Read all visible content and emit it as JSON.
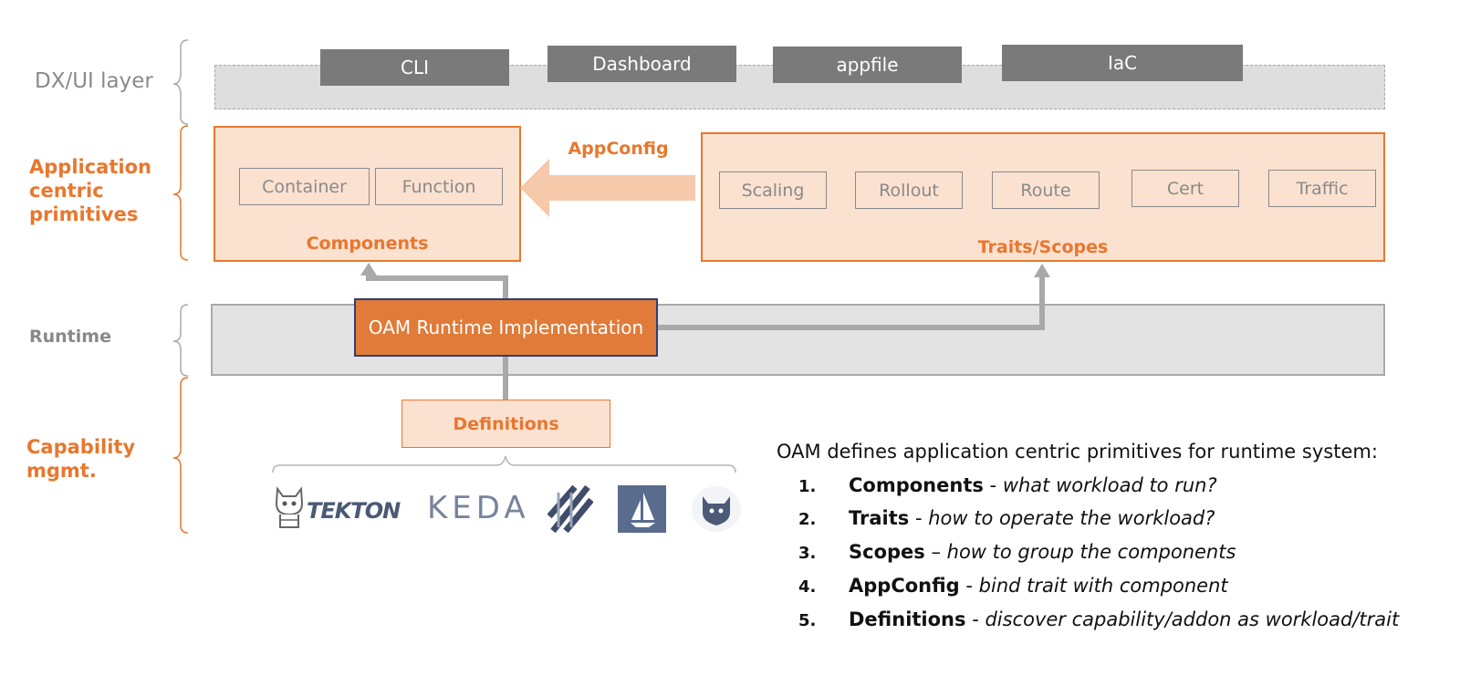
{
  "layers": {
    "dx_ui": "DX/UI layer",
    "app_centric_line1": "Application",
    "app_centric_line2": "centric",
    "app_centric_line3": "primitives",
    "runtime": "Runtime",
    "capability_line1": "Capability",
    "capability_line2": "mgmt."
  },
  "dx_tools": [
    "CLI",
    "Dashboard",
    "appfile",
    "IaC"
  ],
  "components": {
    "title": "Components",
    "items": [
      "Container",
      "Function"
    ]
  },
  "appconfig_label": "AppConfig",
  "traits": {
    "title": "Traits/Scopes",
    "items": [
      "Scaling",
      "Rollout",
      "Route",
      "Cert",
      "Traffic"
    ]
  },
  "runtime_box": "OAM Runtime Implementation",
  "definitions_box": "Definitions",
  "logos": {
    "tekton": "TEKTON",
    "keda": "KEDA"
  },
  "description": {
    "heading": "OAM defines application centric primitives for runtime system:",
    "items": [
      {
        "num": "1.",
        "term": "Components",
        "sep": " - ",
        "text": "what workload to run?"
      },
      {
        "num": "2.",
        "term": "Traits",
        "sep": " - ",
        "text": "how to operate the workload?"
      },
      {
        "num": "3.",
        "term": "Scopes",
        "sep": " – ",
        "text": "how to group the components"
      },
      {
        "num": "4.",
        "term": "AppConfig",
        "sep": " - ",
        "text": "bind trait with component"
      },
      {
        "num": "5.",
        "term": "Definitions",
        "sep": " - ",
        "text": "discover capability/addon as workload/trait"
      }
    ]
  },
  "colors": {
    "orange": "#e8772e",
    "light_orange": "#fbe1d0",
    "runtime_orange": "#e07b39",
    "gray_tab": "#7a7a7a",
    "band_gray": "#e3e3e3"
  }
}
